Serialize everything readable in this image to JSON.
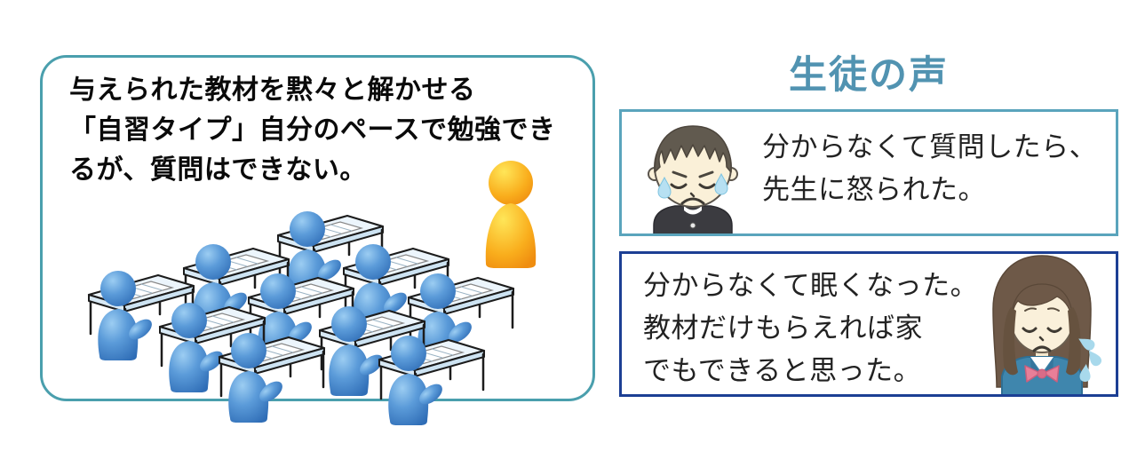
{
  "study_card": {
    "line1": "与えられた教材を黙々と解かせる",
    "line2": "「自習タイプ」自分のペースで勉強でき",
    "line3": "るが、質問はできない。"
  },
  "student_voices": {
    "title": "生徒の声",
    "voice1": {
      "line1": "分からなくて質問したら、",
      "line2": "先生に怒られた。"
    },
    "voice2": {
      "line1": "分からなくて眠くなった。",
      "line2": "教材だけもらえれば家",
      "line3": "でもできると思った。"
    }
  },
  "icons": {
    "classroom": "classroom-with-students-and-teacher-illustration",
    "teacher": "teacher-figure-orange",
    "student": "student-figure-blue",
    "boy": "worried-boy-student-avatar",
    "girl": "sad-girl-student-avatar",
    "sweat": "sweat-drop-icon"
  },
  "colors": {
    "card_border_teal": "#4A9FAD",
    "voice1_border_teal": "#5AA4BC",
    "voice2_border_navy": "#1C3F94",
    "title_blue": "#5193B1",
    "student_blue": "#4A8FD0",
    "teacher_orange": "#F6A41E",
    "desk_top": "#ECF5FC",
    "text_black": "#0A0A0A"
  }
}
